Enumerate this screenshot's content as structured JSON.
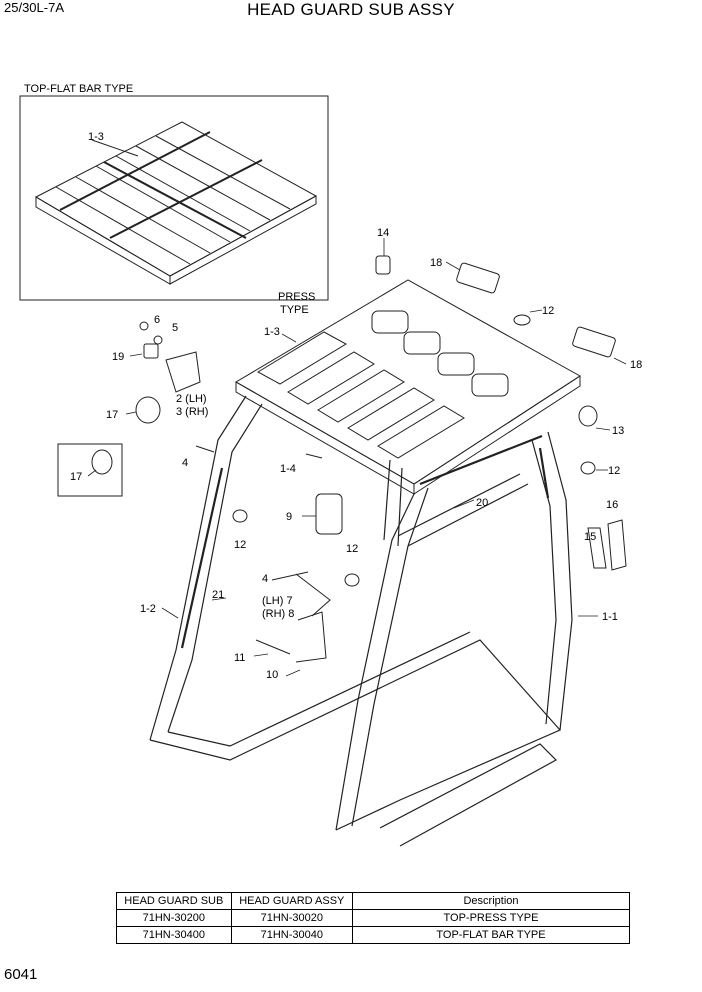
{
  "header": {
    "model": "25/30L-7A",
    "title": "HEAD GUARD SUB ASSY"
  },
  "inset": {
    "title": "TOP-FLAT BAR TYPE",
    "callout": "1-3"
  },
  "labels": {
    "press_type_1": "PRESS",
    "press_type_2": "TYPE",
    "n1_3": "1-3",
    "n14": "14",
    "n18a": "18",
    "n18b": "18",
    "n12a": "12",
    "n6": "6",
    "n5": "5",
    "n19": "19",
    "n2lh": "2 (LH)",
    "n3rh": "3 (RH)",
    "n17a": "17",
    "n17b": "17",
    "n13": "13",
    "n4a": "4",
    "n1_4": "1-4",
    "n12b": "12",
    "n20": "20",
    "n9": "9",
    "n12c": "12",
    "n12d": "12",
    "n15": "15",
    "n16": "16",
    "n4b": "4",
    "n21": "21",
    "n7lh": "(LH) 7",
    "n8rh": "(RH) 8",
    "n1_2": "1-2",
    "n1_1": "1-1",
    "n11": "11",
    "n10": "10"
  },
  "table": {
    "headers": [
      "HEAD GUARD SUB",
      "HEAD GUARD ASSY",
      "Description"
    ],
    "rows": [
      [
        "71HN-30200",
        "71HN-30020",
        "TOP-PRESS TYPE"
      ],
      [
        "71HN-30400",
        "71HN-30040",
        "TOP-FLAT BAR TYPE"
      ]
    ]
  },
  "page_number": "6041"
}
